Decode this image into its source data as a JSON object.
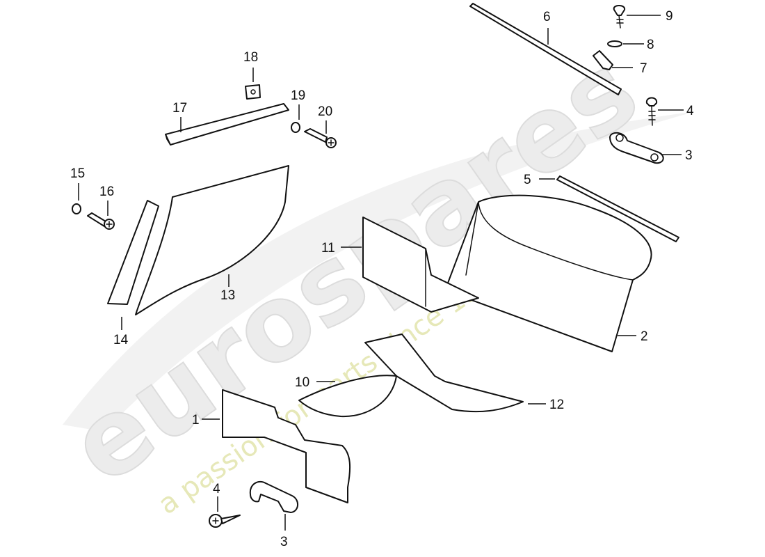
{
  "watermark": {
    "brand": "eurospares",
    "tagline": "a passion for parts since 1985",
    "brand_color": "#ececec",
    "tagline_color": "#e6e8b8"
  },
  "callouts": {
    "c1": "1",
    "c2": "2",
    "c3a": "3",
    "c3b": "3",
    "c4a": "4",
    "c4b": "4",
    "c5": "5",
    "c6": "6",
    "c7": "7",
    "c8": "8",
    "c9": "9",
    "c10": "10",
    "c11": "11",
    "c12": "12",
    "c13": "13",
    "c14": "14",
    "c15": "15",
    "c16": "16",
    "c17": "17",
    "c18": "18",
    "c19": "19",
    "c20": "20"
  }
}
